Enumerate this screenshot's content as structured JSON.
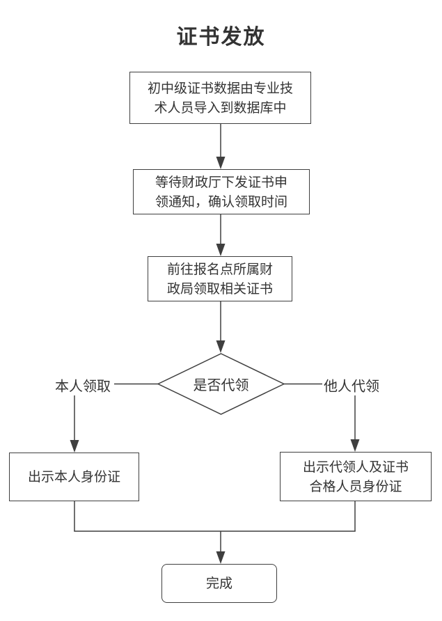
{
  "title": "证书发放",
  "flow": {
    "step1": "初中级证书数据由专业技\n术人员导入到数据库中",
    "step2": "等待财政厅下发证书申\n领通知，确认领取时间",
    "step3": "前往报名点所属财\n政局领取相关证书",
    "decision": "是否代领",
    "branch_left": "本人领取",
    "branch_right": "他人代领",
    "result_left": "出示本人身份证",
    "result_right": "出示代领人及证书\n合格人员身份证",
    "end": "完成"
  },
  "colors": {
    "stroke": "#3f3f3f",
    "text": "#333333",
    "background": "#ffffff"
  }
}
